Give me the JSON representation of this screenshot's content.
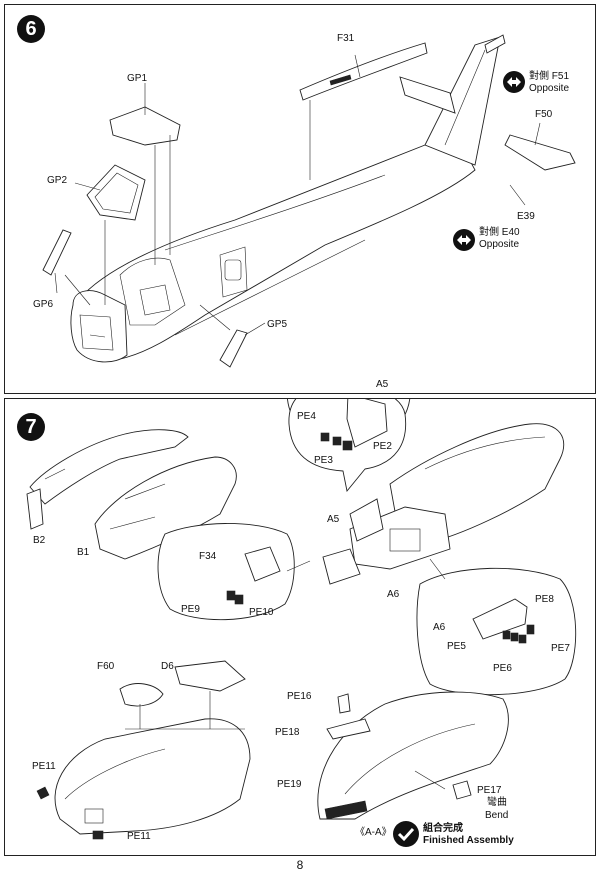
{
  "page_number": "8",
  "step6": {
    "number": "6",
    "labels": {
      "f31": "F31",
      "gp1": "GP1",
      "gp2": "GP2",
      "gp6": "GP6",
      "gp5": "GP5",
      "f50": "F50",
      "e39": "E39"
    },
    "note_f51": {
      "cn": "對側 F51",
      "en": "Opposite"
    },
    "note_e40": {
      "cn": "對側 E40",
      "en": "Opposite"
    }
  },
  "step7": {
    "number": "7",
    "labels": {
      "a5_top": "A5",
      "pe4": "PE4",
      "pe2": "PE2",
      "pe3": "PE3",
      "b2": "B2",
      "b1": "B1",
      "a5": "A5",
      "f34": "F34",
      "pe9": "PE9",
      "pe10": "PE10",
      "a6": "A6",
      "pe8": "PE8",
      "a6_detail": "A6",
      "pe5": "PE5",
      "pe7": "PE7",
      "pe6": "PE6",
      "f60": "F60",
      "d6": "D6",
      "pe11_top": "PE11",
      "pe11_bottom": "PE11",
      "pe16": "PE16",
      "pe18": "PE18",
      "pe19": "PE19",
      "pe17": "PE17",
      "bend_cn": "彎曲",
      "bend_en": "Bend",
      "section": "《A-A》"
    },
    "finished": {
      "cn": "組合完成",
      "en": "Finished Assembly"
    }
  }
}
